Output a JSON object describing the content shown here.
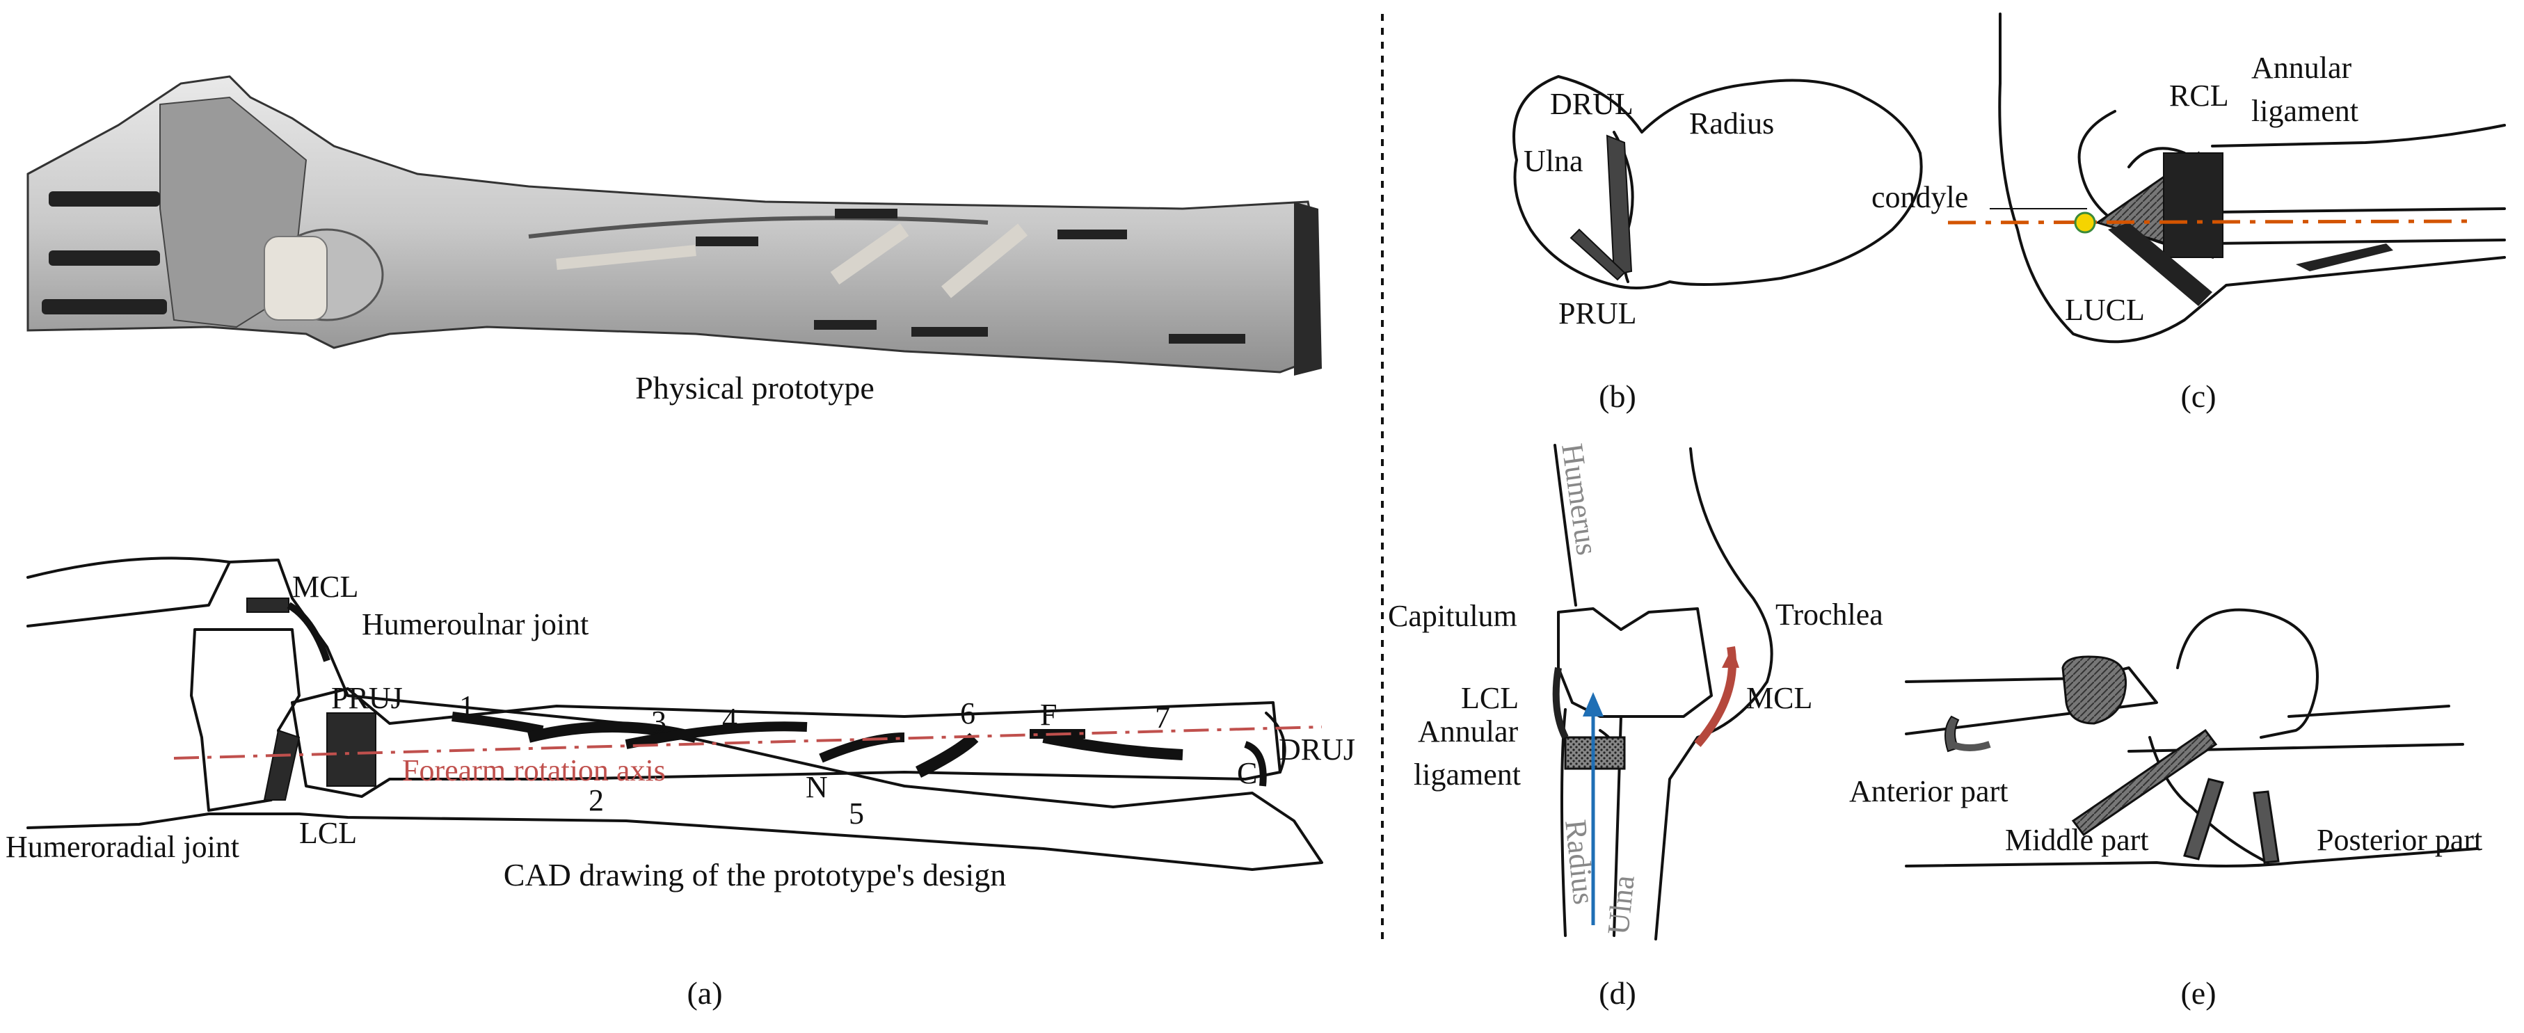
{
  "panel_a": {
    "photo_caption": "Physical prototype",
    "cad_caption": "CAD drawing of the prototype's design",
    "labels": {
      "mcl": "MCL",
      "humeroulnar": "Humeroulnar joint",
      "pruj": "PRUJ",
      "humeroradial": "Humeroradial joint",
      "lcl": "LCL",
      "axis": "Forearm rotation axis",
      "druj": "DRUJ",
      "n1": "1",
      "n2": "2",
      "n3": "3",
      "n4": "4",
      "n5": "5",
      "n6": "6",
      "n7": "7",
      "nN": "N",
      "nF": "F",
      "nC": "C"
    },
    "letter": "(a)"
  },
  "panel_b": {
    "labels": {
      "drul": "DRUL",
      "radius": "Radius",
      "ulna": "Ulna",
      "prul": "PRUL"
    },
    "letter": "(b)"
  },
  "panel_c": {
    "labels": {
      "rcl": "RCL",
      "annular1": "Annular",
      "annular2": "ligament",
      "condyle": "condyle",
      "lucl": "LUCL"
    },
    "letter": "(c)"
  },
  "panel_d": {
    "labels": {
      "humerus": "Humerus",
      "capitulum": "Capitulum",
      "trochlea": "Trochlea",
      "lcl": "LCL",
      "mcl": "MCL",
      "annular1": "Annular",
      "annular2": "ligament",
      "radius": "Radius",
      "ulna": "Ulna"
    },
    "letter": "(d)"
  },
  "panel_e": {
    "labels": {
      "anterior": "Anterior part",
      "middle": "Middle part",
      "posterior": "Posterior part"
    },
    "letter": "(e)"
  },
  "colors": {
    "axis": "#c0504d",
    "axis_c": "#d35400",
    "arrow": "#1f6fb5",
    "mcl": "#b5483d"
  }
}
